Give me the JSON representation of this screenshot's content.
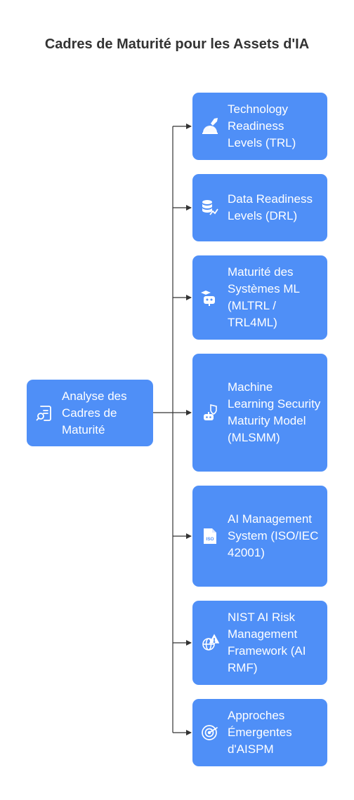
{
  "title": "Cadres de Maturité pour les Assets d'IA",
  "root": {
    "label": "Analyse des Cadres de Maturité",
    "icon": "document-search-icon"
  },
  "nodes": [
    {
      "label": "Technology Readiness Levels (TRL)",
      "icon": "rocket-launch-icon"
    },
    {
      "label": "Data Readiness Levels (DRL)",
      "icon": "database-trend-icon"
    },
    {
      "label": "Maturité des Systèmes ML (MLTRL / TRL4ML)",
      "icon": "robot-graduation-icon"
    },
    {
      "label": "Machine Learning Security Maturity Model (MLSMM)",
      "icon": "robot-shield-icon"
    },
    {
      "label": "AI Management System (ISO/IEC 42001)",
      "icon": "iso-document-icon"
    },
    {
      "label": "NIST AI Risk Management Framework (AI RMF)",
      "icon": "globe-warning-icon"
    },
    {
      "label": "Approches Émergentes d'AISPM",
      "icon": "radar-globe-icon"
    }
  ],
  "colors": {
    "node_fill": "#4f8ff7",
    "connector": "#333333",
    "title": "#333333"
  }
}
